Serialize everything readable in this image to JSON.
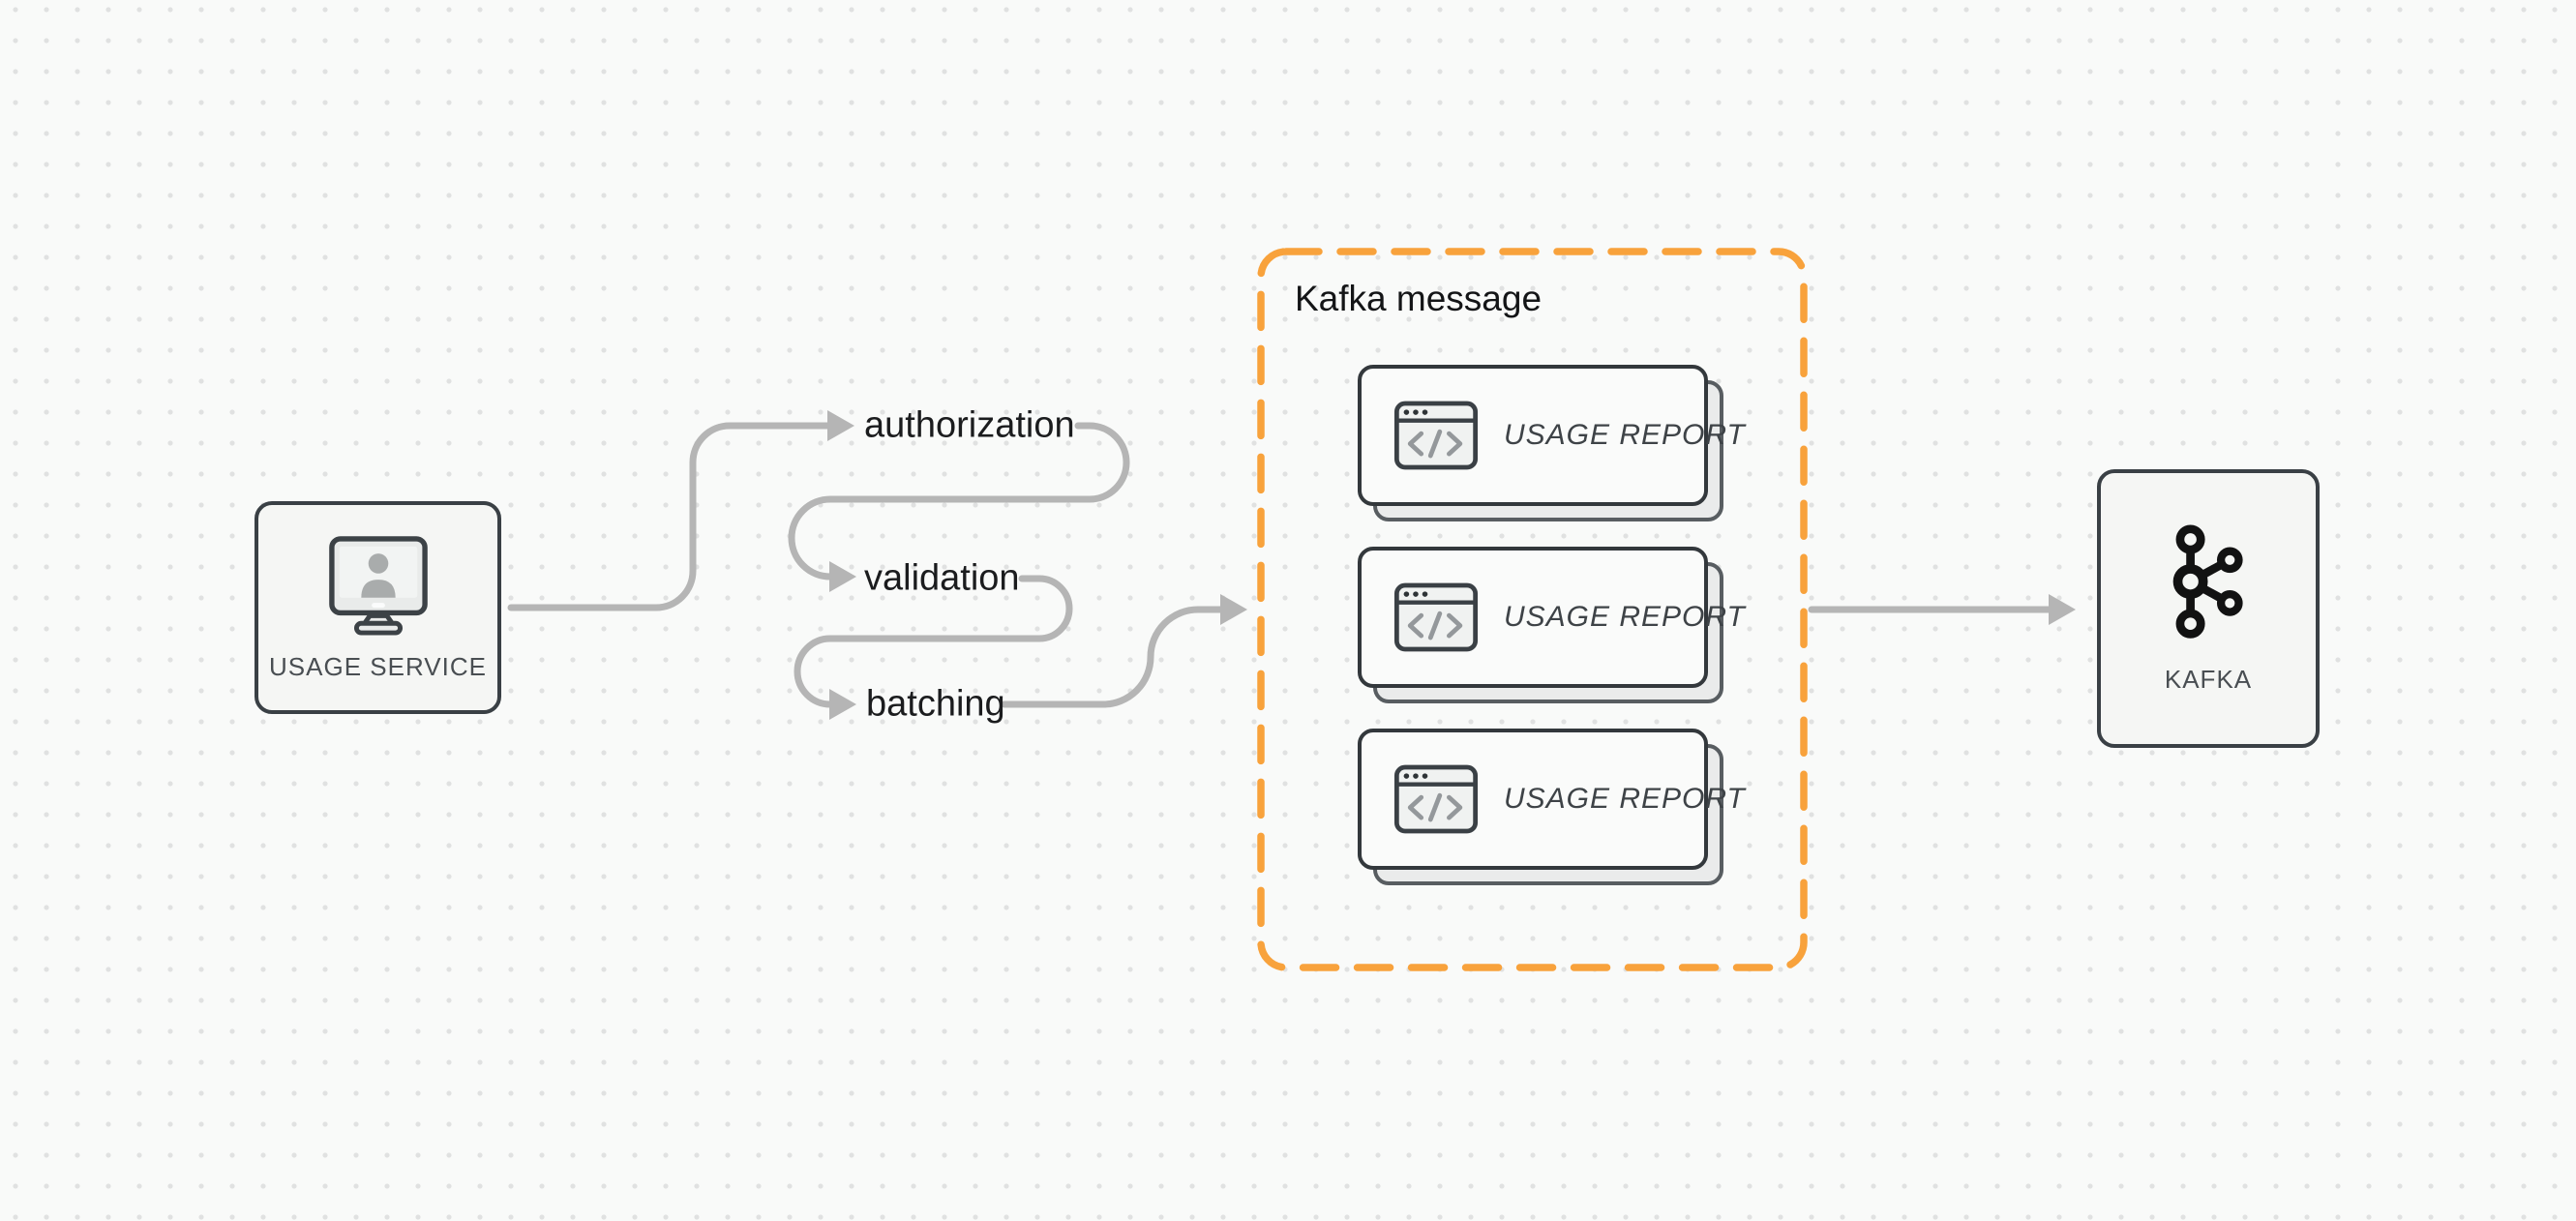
{
  "diagram": {
    "title_hint": "usage reporting flow into Kafka",
    "colors": {
      "background": "#f9faf9",
      "dot_grid": "#e0e1e1",
      "connector_gray": "#b5b5b5",
      "accent_orange": "#f8a23c",
      "node_border": "#3a4045",
      "node_fill": "#f5f6f4",
      "card_fill": "#fafbfa",
      "card_shadow_fill": "#eaebeb"
    }
  },
  "usage_service": {
    "label": "USAGE SERVICE",
    "icon": "monitor-user-icon"
  },
  "flow_steps": [
    {
      "label": "authorization"
    },
    {
      "label": "validation"
    },
    {
      "label": "batching"
    }
  ],
  "kafka_message_group": {
    "title": "Kafka message",
    "cards": [
      {
        "label": "USAGE REPORT",
        "icon": "code-window-icon"
      },
      {
        "label": "USAGE REPORT",
        "icon": "code-window-icon"
      },
      {
        "label": "USAGE REPORT",
        "icon": "code-window-icon"
      }
    ]
  },
  "kafka": {
    "label": "KAFKA",
    "icon": "kafka-logo-icon"
  }
}
